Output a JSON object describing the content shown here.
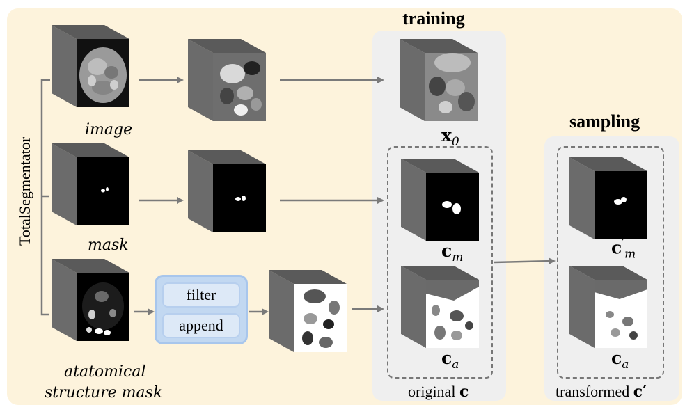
{
  "labels": {
    "side": "TotalSegmentator",
    "image": "image",
    "mask": "mask",
    "atlas_line1": "atatomical",
    "atlas_line2": "structure mask",
    "training": "training",
    "sampling": "sampling",
    "x0_main": "x",
    "x0_sub": "0",
    "cm_main": "c",
    "cm_sub": "m",
    "ca_main": "c",
    "ca_sub": "a",
    "cpm_main": "c",
    "cpm_sup": "′",
    "cpm_sub": "m",
    "cpa_main": "c",
    "cpa_sub": "a",
    "original_text": "original",
    "original_sym": "c",
    "transformed_text": "transformed",
    "transformed_sym": "c",
    "transformed_prime": "′"
  },
  "operations": [
    "filter",
    "append"
  ],
  "colors": {
    "background": "#fdf3dc",
    "panel": "#efefef",
    "op_box": "#c2d8f1",
    "cube_side": "#6b6b6b",
    "arrow": "#7a7a7a"
  }
}
